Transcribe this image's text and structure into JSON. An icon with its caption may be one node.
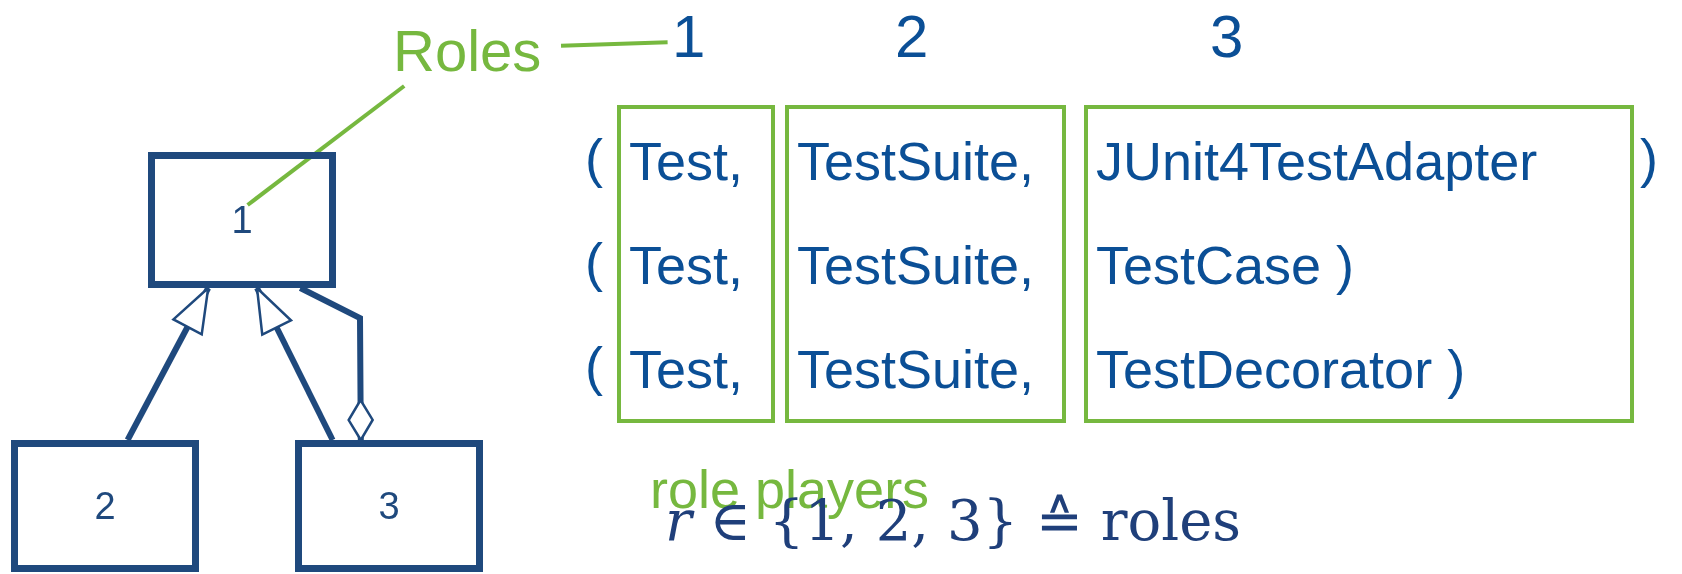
{
  "diagram": {
    "nodes": [
      {
        "text": [
          "Roles"
        ]
      },
      {
        "text": [
          "1"
        ]
      },
      {
        "text": [
          "1"
        ]
      },
      {
        "text": [
          "Test,",
          "Test,",
          "Test,"
        ]
      },
      {
        "text": [
          "TestSuite,",
          "TestSuite,",
          "TestSuite,"
        ]
      },
      {
        "text": [
          "JUnit4TestAdapter",
          "TestCase )",
          "TestDecorator )"
        ]
      },
      {
        "text": [
          "2"
        ]
      },
      {
        "text": [
          "3"
        ]
      }
    ],
    "edges": [
      {
        "from": 6,
        "to": 2,
        "arrow": "to"
      },
      {
        "from": 7,
        "to": 2,
        "arrow": "to"
      },
      {
        "from": 7,
        "to": 2,
        "arrow": "other"
      },
      {
        "from": 0,
        "to": 2,
        "arrow": "none",
        "color": "#76b83f"
      },
      {
        "from": 0,
        "to": 1,
        "arrow": "none",
        "color": "#76b83f"
      }
    ],
    "labels": [
      "2",
      "3",
      "(",
      ")",
      "(",
      "(",
      "role players",
      "*r* ∈ {1, 2, 3}  ≙ roles"
    ]
  }
}
